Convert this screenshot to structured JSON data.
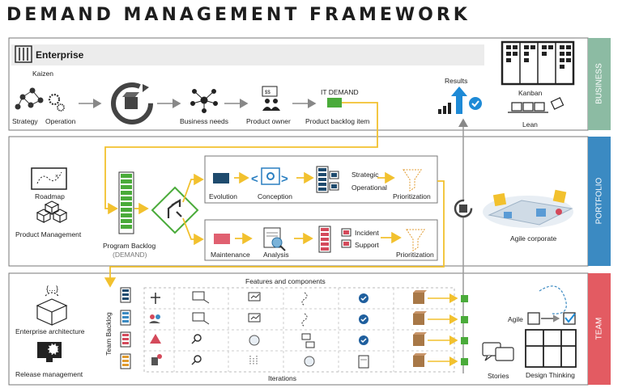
{
  "title": "DEMAND MANAGEMENT FRAMEWORK",
  "business": {
    "band_label": "BUSINESS",
    "enterprise": "Enterprise",
    "kaizen": "Kaizen",
    "strategy": "Strategy",
    "operation": "Operation",
    "business_needs": "Business needs",
    "product_owner": "Product owner",
    "it_demand": "IT DEMAND",
    "product_backlog_item": "Product backlog item",
    "results": "Results",
    "kanban": "Kanban",
    "lean": "Lean"
  },
  "portfolio": {
    "band_label": "PORTFOLIO",
    "roadmap": "Roadmap",
    "product_management": "Product Management",
    "program_backlog": "Program Backlog",
    "demand": "(DEMAND)",
    "evolution": "Evolution",
    "conception": "Conception",
    "strategic": "Strategic",
    "operational": "Operational",
    "prioritization_top": "Prioritization",
    "maintenance": "Maintenance",
    "analysis": "Analysis",
    "incident": "Incident",
    "support": "Support",
    "prioritization_bottom": "Prioritization",
    "agile_corporate": "Agile corporate"
  },
  "team": {
    "band_label": "TEAM",
    "enterprise_architecture": "Enterprise architecture",
    "release_management": "Release management",
    "team_backlog": "Team Backlog",
    "features_components": "Features and components",
    "iterations": "Iterations",
    "agile": "Agile",
    "stories": "Stories",
    "design_thinking": "Design Thinking"
  },
  "colors": {
    "business": "#8cbba3",
    "portfolio": "#3b8ac2",
    "team": "#e35b62",
    "flow_yellow": "#f2c12e",
    "backlog_green": "#4aab3a",
    "evolution_navy": "#1f4b6e",
    "maintenance_red": "#e06070"
  }
}
